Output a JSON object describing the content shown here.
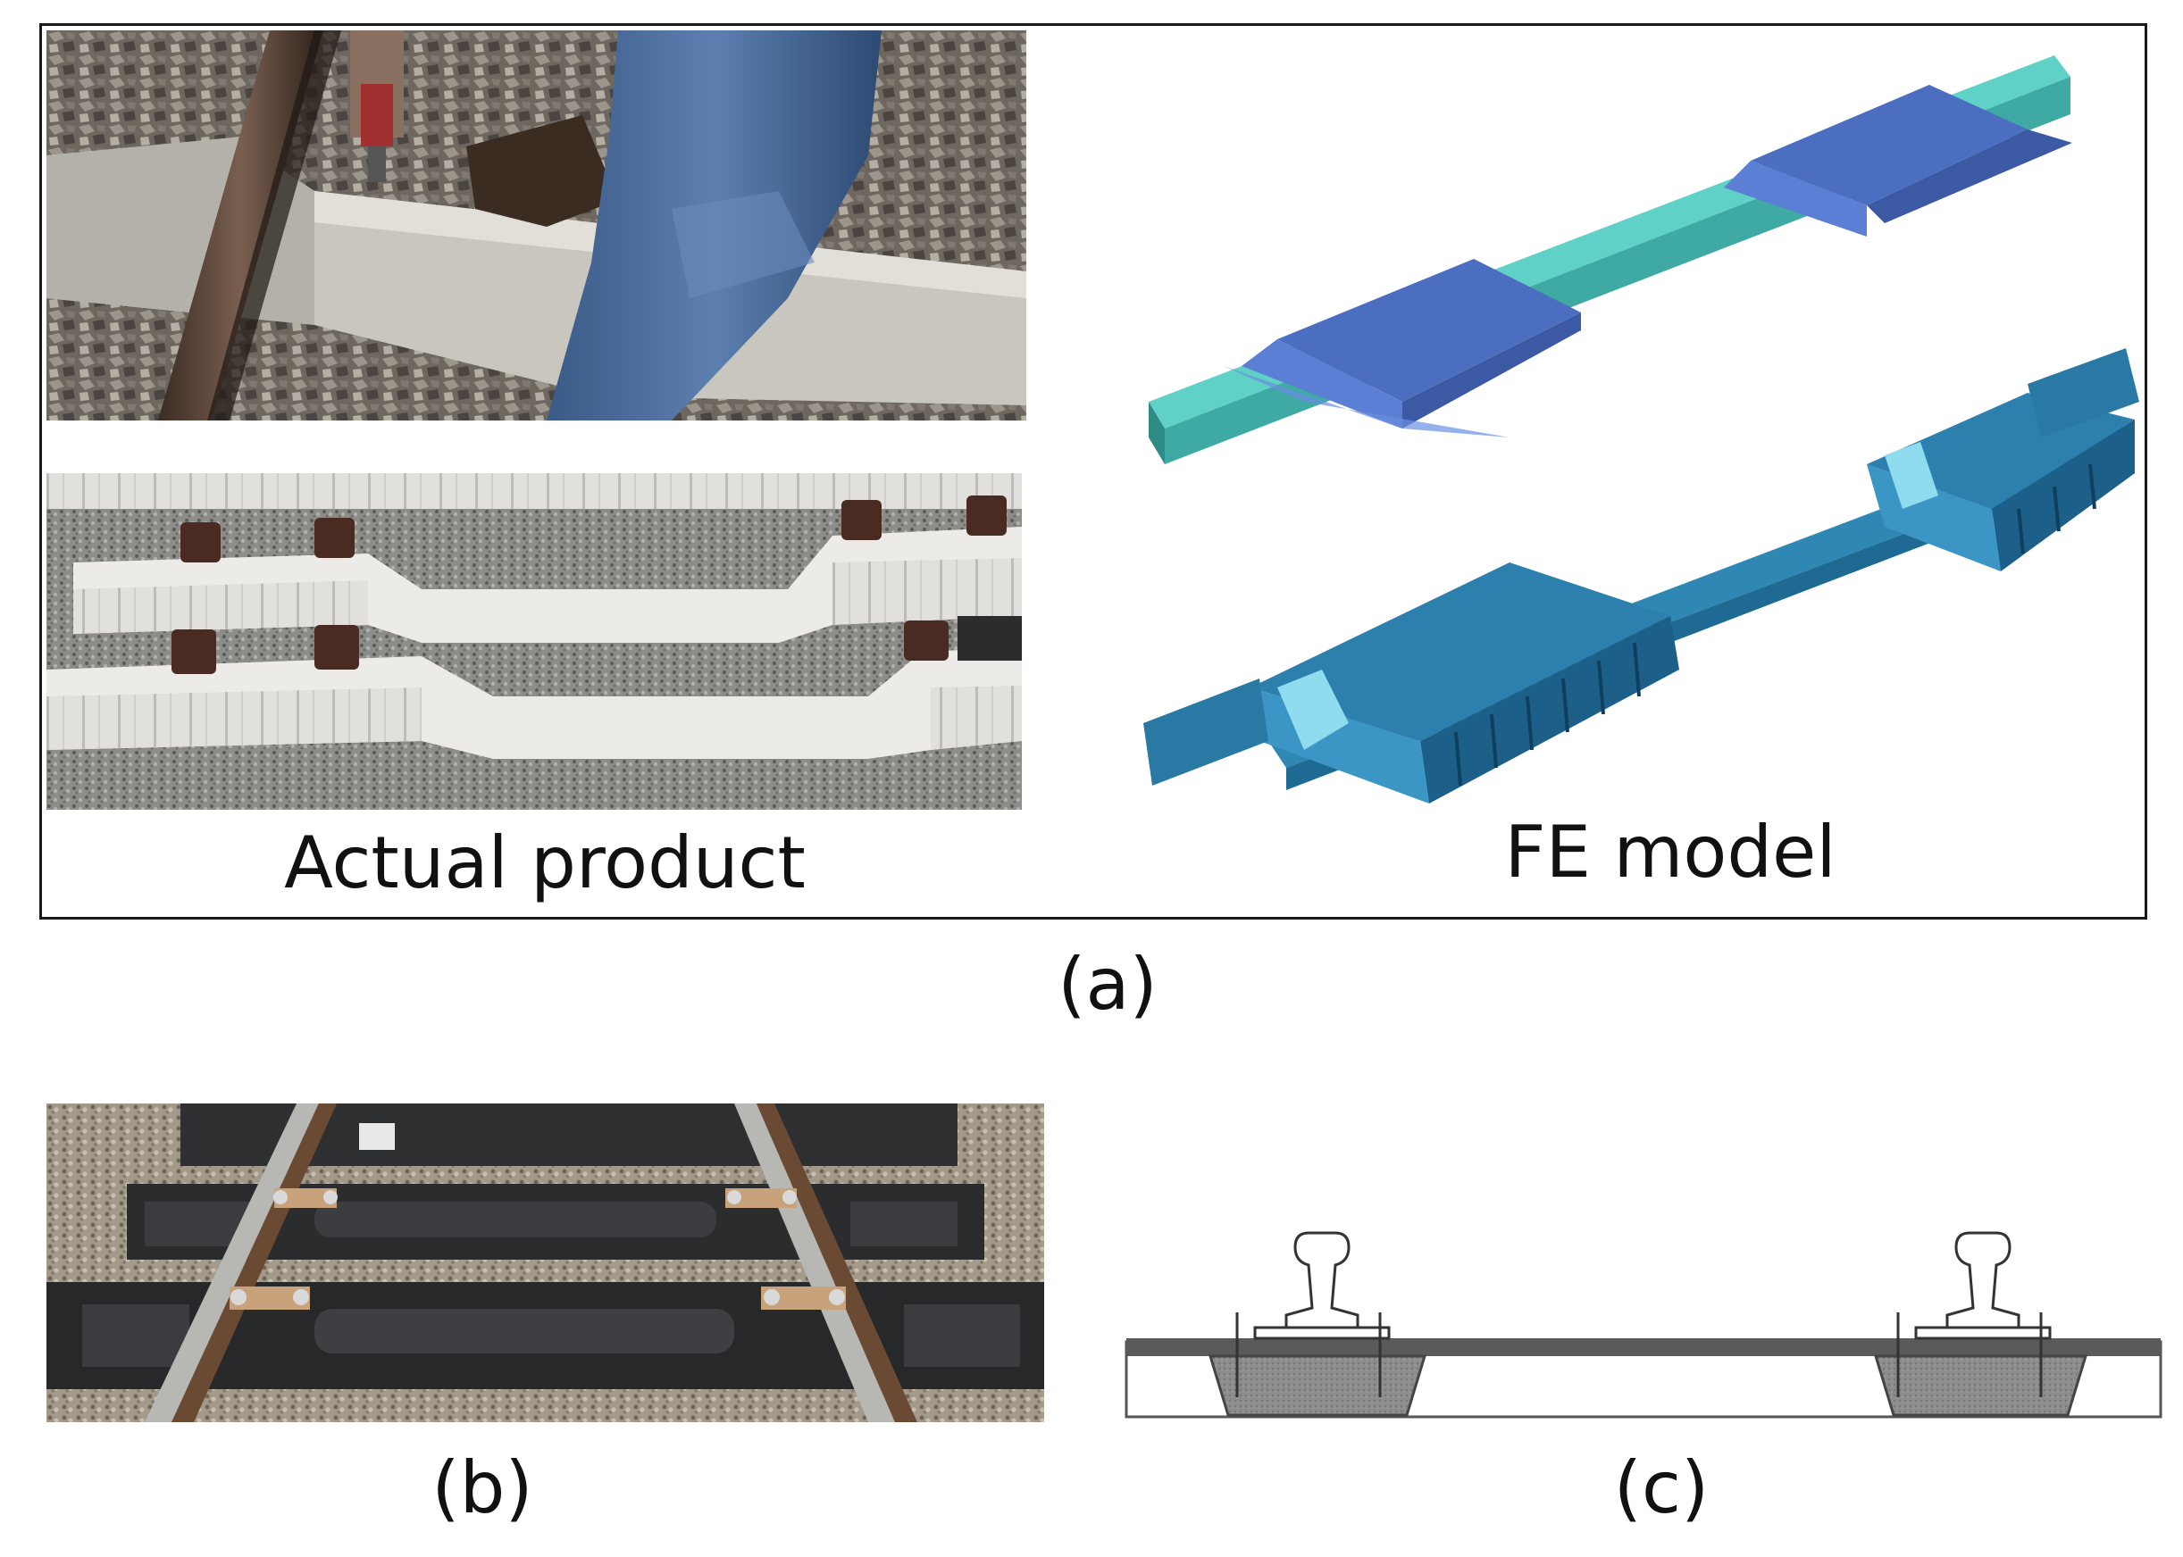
{
  "figure": {
    "panel_a": {
      "left_caption": "Actual product",
      "right_caption": "FE model",
      "label": "(a)"
    },
    "panel_b": {
      "label": "(b)"
    },
    "panel_c": {
      "label": "(c)"
    }
  }
}
